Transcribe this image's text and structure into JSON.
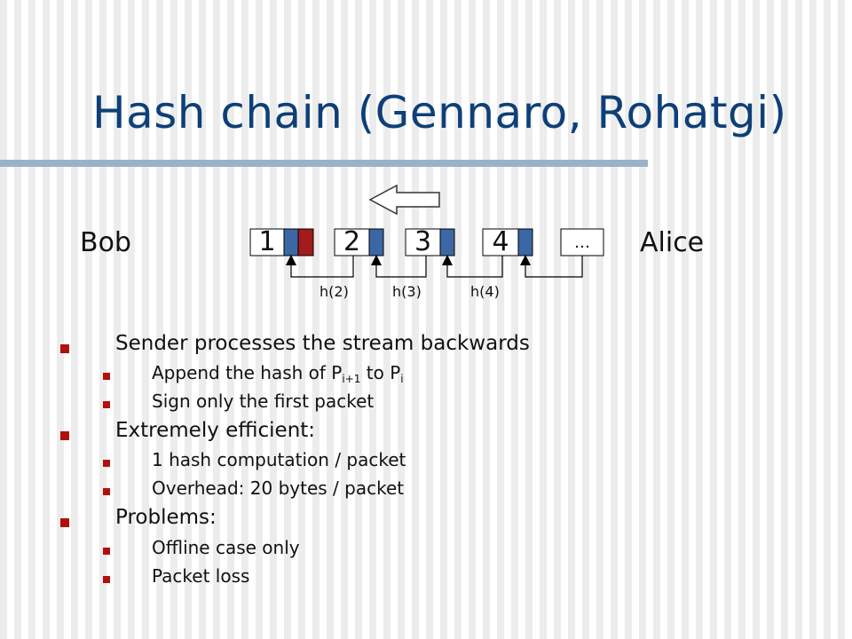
{
  "slide": {
    "title": "Hash chain (Gennaro, Rohatgi)"
  },
  "diagram": {
    "left_party": "Bob",
    "right_party": "Alice",
    "packets": [
      "1",
      "2",
      "3",
      "4",
      "…"
    ],
    "hash_labels": [
      "h(2)",
      "h(3)",
      "h(4)"
    ],
    "colors": {
      "signature": "#a31b1b",
      "hash": "#3b67a5",
      "title": "#0e3f78",
      "bullet": "#b0110d"
    }
  },
  "bullets": [
    {
      "text": "Sender processes the stream backwards",
      "sub": [
        {
          "parts": [
            "Append the hash of P",
            "i+1",
            " to P",
            "i"
          ]
        },
        {
          "text": "Sign only the first packet"
        }
      ]
    },
    {
      "text": "Extremely efficient:",
      "sub": [
        {
          "text": "1 hash computation / packet"
        },
        {
          "text": "Overhead: 20 bytes / packet"
        }
      ]
    },
    {
      "text": "Problems:",
      "sub": [
        {
          "text": "Offline case only"
        },
        {
          "text": "Packet loss"
        }
      ]
    }
  ]
}
